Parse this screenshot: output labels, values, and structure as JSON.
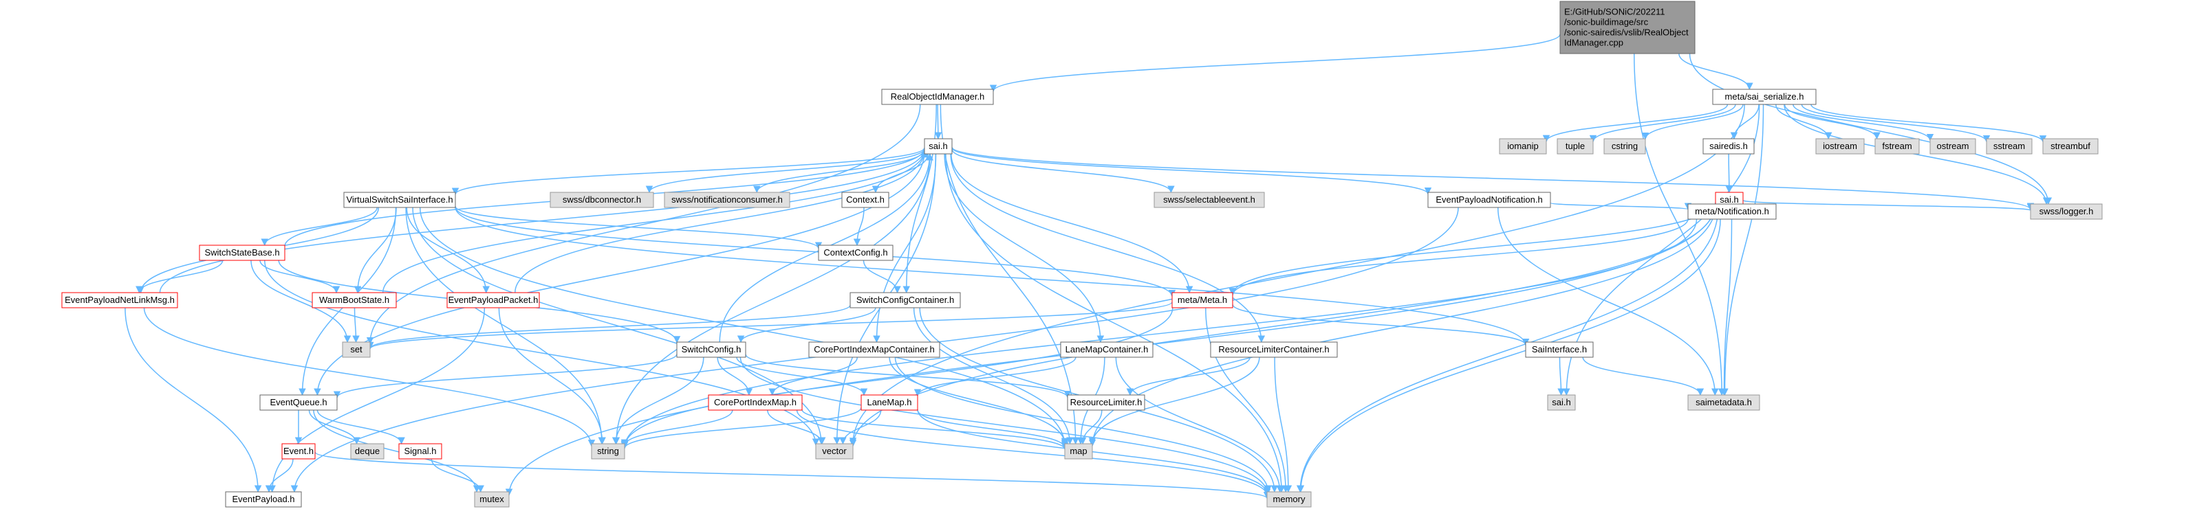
{
  "colors": {
    "root_fill": "#999999",
    "root_stroke": "#666666",
    "default_fill": "#ffffff",
    "default_stroke": "#666666",
    "red_stroke": "#ff0000",
    "system_fill": "#e0e0e0",
    "system_stroke": "#999999",
    "edge": "#63b8ff"
  },
  "nodes": [
    {
      "id": "root",
      "style": "root",
      "lines": [
        "E:/GitHub/SONiC/202211",
        "/sonic-buildimage/src",
        "/sonic-sairedis/vslib/RealObject",
        "IdManager.cpp"
      ]
    },
    {
      "id": "realobj",
      "style": "default",
      "lines": [
        "RealObjectIdManager.h"
      ]
    },
    {
      "id": "metasai",
      "style": "default",
      "lines": [
        "meta/sai_serialize.h"
      ]
    },
    {
      "id": "saih",
      "style": "default",
      "lines": [
        "sai.h"
      ]
    },
    {
      "id": "iomanip",
      "style": "system",
      "lines": [
        "iomanip"
      ]
    },
    {
      "id": "tuple",
      "style": "system",
      "lines": [
        "tuple"
      ]
    },
    {
      "id": "cstring",
      "style": "system",
      "lines": [
        "cstring"
      ]
    },
    {
      "id": "sairedis",
      "style": "default",
      "lines": [
        "sairedis.h"
      ]
    },
    {
      "id": "iostream",
      "style": "system",
      "lines": [
        "iostream"
      ]
    },
    {
      "id": "fstream",
      "style": "system",
      "lines": [
        "fstream"
      ]
    },
    {
      "id": "ostream",
      "style": "system",
      "lines": [
        "ostream"
      ]
    },
    {
      "id": "sstream",
      "style": "system",
      "lines": [
        "sstream"
      ]
    },
    {
      "id": "streambuf",
      "style": "system",
      "lines": [
        "streambuf"
      ]
    },
    {
      "id": "vssi",
      "style": "default",
      "lines": [
        "VirtualSwitchSaiInterface.h"
      ]
    },
    {
      "id": "dbconn",
      "style": "system",
      "lines": [
        "swss/dbconnector.h"
      ]
    },
    {
      "id": "notifcons",
      "style": "system",
      "lines": [
        "swss/notificationconsumer.h"
      ]
    },
    {
      "id": "contexth",
      "style": "default",
      "lines": [
        "Context.h"
      ]
    },
    {
      "id": "selectable",
      "style": "system",
      "lines": [
        "swss/selectableevent.h"
      ]
    },
    {
      "id": "evpn",
      "style": "default",
      "lines": [
        "EventPayloadNotification.h"
      ]
    },
    {
      "id": "saih2",
      "style": "red",
      "lines": [
        "sai.h"
      ]
    },
    {
      "id": "logger",
      "style": "system",
      "lines": [
        "swss/logger.h"
      ]
    },
    {
      "id": "ssb",
      "style": "red",
      "lines": [
        "SwitchStateBase.h"
      ]
    },
    {
      "id": "ctxcfg",
      "style": "default",
      "lines": [
        "ContextConfig.h"
      ]
    },
    {
      "id": "metanotif",
      "style": "default",
      "lines": [
        "meta/Notification.h"
      ]
    },
    {
      "id": "epnlm",
      "style": "red",
      "lines": [
        "EventPayloadNetLinkMsg.h"
      ]
    },
    {
      "id": "wbs",
      "style": "red",
      "lines": [
        "WarmBootState.h"
      ]
    },
    {
      "id": "epp",
      "style": "red",
      "lines": [
        "EventPayloadPacket.h"
      ]
    },
    {
      "id": "scc",
      "style": "default",
      "lines": [
        "SwitchConfigContainer.h"
      ]
    },
    {
      "id": "metameta",
      "style": "red",
      "lines": [
        "meta/Meta.h"
      ]
    },
    {
      "id": "set",
      "style": "system",
      "lines": [
        "set"
      ]
    },
    {
      "id": "swcfg",
      "style": "default",
      "lines": [
        "SwitchConfig.h"
      ]
    },
    {
      "id": "cpimc",
      "style": "default",
      "lines": [
        "CorePortIndexMapContainer.h"
      ]
    },
    {
      "id": "lmc",
      "style": "default",
      "lines": [
        "LaneMapContainer.h"
      ]
    },
    {
      "id": "rlc",
      "style": "default",
      "lines": [
        "ResourceLimiterContainer.h"
      ]
    },
    {
      "id": "saiif",
      "style": "default",
      "lines": [
        "SaiInterface.h"
      ]
    },
    {
      "id": "evq",
      "style": "default",
      "lines": [
        "EventQueue.h"
      ]
    },
    {
      "id": "cpim",
      "style": "red",
      "lines": [
        "CorePortIndexMap.h"
      ]
    },
    {
      "id": "lanemap",
      "style": "red",
      "lines": [
        "LaneMap.h"
      ]
    },
    {
      "id": "rlh",
      "style": "default",
      "lines": [
        "ResourceLimiter.h"
      ]
    },
    {
      "id": "saih3",
      "style": "system",
      "lines": [
        "sai.h"
      ]
    },
    {
      "id": "saimeta",
      "style": "system",
      "lines": [
        "saimetadata.h"
      ]
    },
    {
      "id": "eventh",
      "style": "red",
      "lines": [
        "Event.h"
      ]
    },
    {
      "id": "deque",
      "style": "system",
      "lines": [
        "deque"
      ]
    },
    {
      "id": "signalh",
      "style": "red",
      "lines": [
        "Signal.h"
      ]
    },
    {
      "id": "string",
      "style": "system",
      "lines": [
        "string"
      ]
    },
    {
      "id": "vector",
      "style": "system",
      "lines": [
        "vector"
      ]
    },
    {
      "id": "map",
      "style": "system",
      "lines": [
        "map"
      ]
    },
    {
      "id": "mutex",
      "style": "system",
      "lines": [
        "mutex"
      ]
    },
    {
      "id": "evpayload",
      "style": "default",
      "lines": [
        "EventPayload.h"
      ]
    },
    {
      "id": "memory",
      "style": "system",
      "lines": [
        "memory"
      ]
    }
  ],
  "edges": [
    [
      "root",
      "realobj"
    ],
    [
      "root",
      "metasai"
    ],
    [
      "root",
      "saimeta"
    ],
    [
      "root",
      "logger"
    ],
    [
      "realobj",
      "saih"
    ],
    [
      "realobj",
      "set"
    ],
    [
      "realobj",
      "scc"
    ],
    [
      "realobj",
      "map"
    ],
    [
      "metasai",
      "iomanip"
    ],
    [
      "metasai",
      "tuple"
    ],
    [
      "metasai",
      "cstring"
    ],
    [
      "metasai",
      "sairedis"
    ],
    [
      "metasai",
      "iostream"
    ],
    [
      "metasai",
      "fstream"
    ],
    [
      "metasai",
      "ostream"
    ],
    [
      "metasai",
      "sstream"
    ],
    [
      "metasai",
      "streambuf"
    ],
    [
      "metasai",
      "saih3"
    ],
    [
      "metasai",
      "saimeta"
    ],
    [
      "metasai",
      "logger"
    ],
    [
      "metasai",
      "vector"
    ],
    [
      "saih",
      "vssi"
    ],
    [
      "saih",
      "dbconn"
    ],
    [
      "saih",
      "notifcons"
    ],
    [
      "saih",
      "contexth"
    ],
    [
      "saih",
      "selectable"
    ],
    [
      "saih",
      "evpn"
    ],
    [
      "saih",
      "logger"
    ],
    [
      "saih",
      "string"
    ],
    [
      "saih",
      "metameta"
    ],
    [
      "saih",
      "lmc"
    ],
    [
      "saih",
      "rlc"
    ],
    [
      "saih",
      "cpimc"
    ],
    [
      "saih",
      "evq"
    ],
    [
      "saih",
      "memory"
    ],
    [
      "saih",
      "vector"
    ],
    [
      "sairedis",
      "saih2"
    ],
    [
      "saih2",
      "metanotif"
    ],
    [
      "saih2",
      "metameta"
    ],
    [
      "saih2",
      "logger"
    ],
    [
      "saih2",
      "map"
    ],
    [
      "saih2",
      "vector"
    ],
    [
      "saih2",
      "memory"
    ],
    [
      "saih2",
      "mutex"
    ],
    [
      "vssi",
      "ssb"
    ],
    [
      "vssi",
      "epnlm"
    ],
    [
      "vssi",
      "wbs"
    ],
    [
      "vssi",
      "epp"
    ],
    [
      "vssi",
      "ctxcfg"
    ],
    [
      "vssi",
      "metameta"
    ],
    [
      "vssi",
      "saiif"
    ],
    [
      "vssi",
      "string"
    ],
    [
      "vssi",
      "vector"
    ],
    [
      "vssi",
      "map"
    ],
    [
      "vssi",
      "evq"
    ],
    [
      "contexth",
      "ctxcfg"
    ],
    [
      "ctxcfg",
      "scc"
    ],
    [
      "evpn",
      "metanotif"
    ],
    [
      "evpn",
      "saimeta"
    ],
    [
      "evpn",
      "evpayload"
    ],
    [
      "metanotif",
      "metameta"
    ],
    [
      "metanotif",
      "saimeta"
    ],
    [
      "metanotif",
      "string"
    ],
    [
      "metanotif",
      "memory"
    ],
    [
      "ssb",
      "epnlm"
    ],
    [
      "ssb",
      "wbs"
    ],
    [
      "ssb",
      "set"
    ],
    [
      "ssb",
      "swcfg"
    ],
    [
      "ssb",
      "saih"
    ],
    [
      "ssb",
      "vector"
    ],
    [
      "epnlm",
      "evpayload"
    ],
    [
      "epnlm",
      "string"
    ],
    [
      "epnlm",
      "saih"
    ],
    [
      "wbs",
      "set"
    ],
    [
      "wbs",
      "saih"
    ],
    [
      "epp",
      "evpayload"
    ],
    [
      "epp",
      "string"
    ],
    [
      "epp",
      "saih"
    ],
    [
      "scc",
      "swcfg"
    ],
    [
      "scc",
      "set"
    ],
    [
      "scc",
      "map"
    ],
    [
      "scc",
      "memory"
    ],
    [
      "metameta",
      "saiif"
    ],
    [
      "metameta",
      "set"
    ],
    [
      "metameta",
      "string"
    ],
    [
      "metameta",
      "memory"
    ],
    [
      "swcfg",
      "evq"
    ],
    [
      "swcfg",
      "cpim"
    ],
    [
      "swcfg",
      "lanemap"
    ],
    [
      "swcfg",
      "rlh"
    ],
    [
      "swcfg",
      "string"
    ],
    [
      "swcfg",
      "memory"
    ],
    [
      "swcfg",
      "saih"
    ],
    [
      "cpimc",
      "cpim"
    ],
    [
      "cpimc",
      "map"
    ],
    [
      "cpimc",
      "memory"
    ],
    [
      "lmc",
      "lanemap"
    ],
    [
      "lmc",
      "map"
    ],
    [
      "lmc",
      "memory"
    ],
    [
      "rlc",
      "rlh"
    ],
    [
      "rlc",
      "map"
    ],
    [
      "rlc",
      "memory"
    ],
    [
      "saiif",
      "saih3"
    ],
    [
      "saiif",
      "saimeta"
    ],
    [
      "evq",
      "eventh"
    ],
    [
      "evq",
      "deque"
    ],
    [
      "evq",
      "signalh"
    ],
    [
      "evq",
      "mutex"
    ],
    [
      "eventh",
      "evpayload"
    ],
    [
      "eventh",
      "memory"
    ],
    [
      "signalh",
      "mutex"
    ],
    [
      "cpim",
      "string"
    ],
    [
      "cpim",
      "vector"
    ],
    [
      "cpim",
      "memory"
    ],
    [
      "cpim",
      "map"
    ],
    [
      "lanemap",
      "string"
    ],
    [
      "lanemap",
      "vector"
    ],
    [
      "lanemap",
      "map"
    ],
    [
      "lanemap",
      "memory"
    ],
    [
      "rlh",
      "map"
    ]
  ]
}
